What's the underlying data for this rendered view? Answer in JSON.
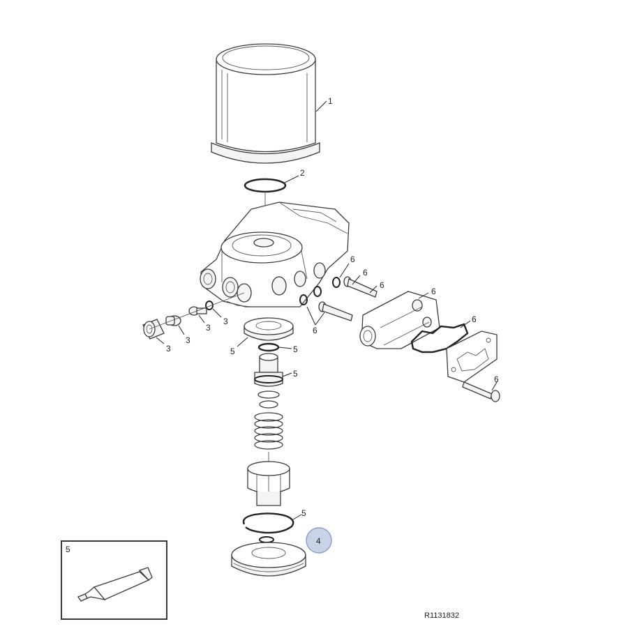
{
  "diagram": {
    "reference_code": "R1131832",
    "callouts": {
      "c1": "1",
      "c2": "2",
      "c3a": "3",
      "c3b": "3",
      "c3c": "3",
      "c3d": "3",
      "c4": "4",
      "c5a": "5",
      "c5b": "5",
      "c5c": "5",
      "c5d": "5",
      "c6a": "6",
      "c6b": "6",
      "c6c": "6",
      "c6d": "6",
      "c6e": "6",
      "c6f": "6",
      "c6g": "6"
    },
    "inset": {
      "label": "5"
    },
    "colors": {
      "highlight_fill": "#c9d3e6",
      "highlight_stroke": "#8ea0c4",
      "line": "#3a3a3a"
    }
  }
}
